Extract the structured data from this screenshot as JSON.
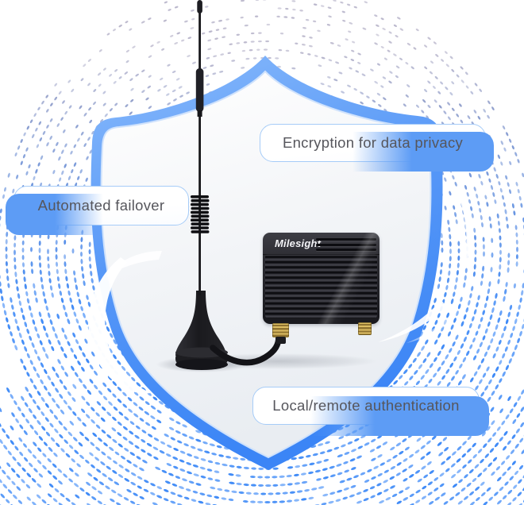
{
  "device": {
    "brand": "Milesight"
  },
  "callouts": [
    {
      "id": "encryption",
      "label": "Encryption for data privacy"
    },
    {
      "id": "failover",
      "label": "Automated failover"
    },
    {
      "id": "authentication",
      "label": "Local/remote authentication"
    }
  ],
  "colors": {
    "dot_top": "#a9a5bf",
    "dot_bottom": "#3e8af7",
    "shield_border_light": "#8abbfb",
    "shield_border_mid": "#5697f7",
    "shield_border_dark": "#3b85f6",
    "shield_fill_top": "#ffffff",
    "shield_fill_bottom": "#e9edf2",
    "callout_border": "#a6ccf8",
    "callout_shadow": "#5d9cf5",
    "callout_text": "#56565c"
  }
}
